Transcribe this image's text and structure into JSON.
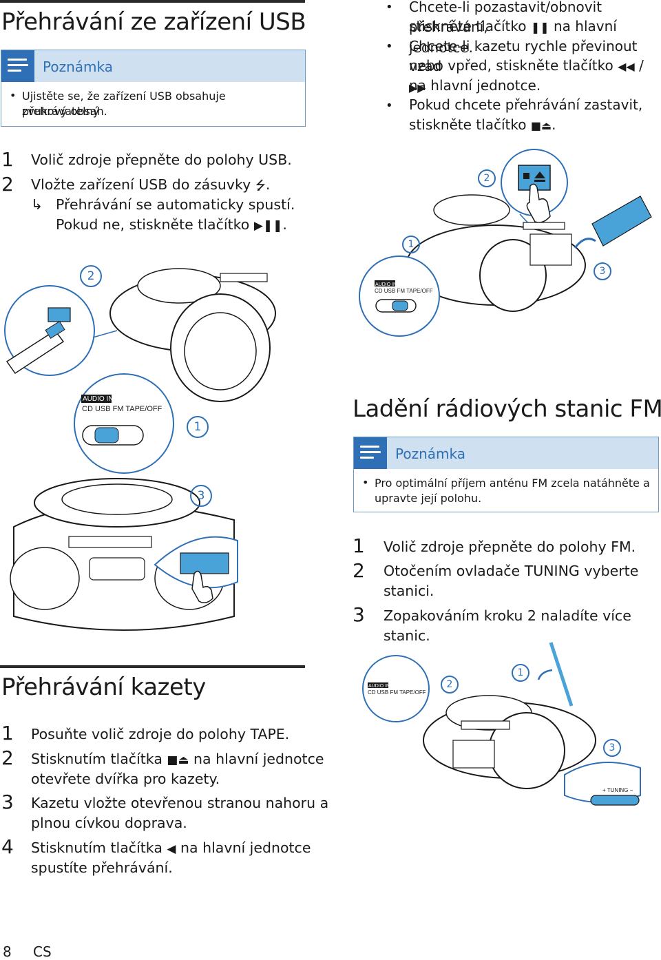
{
  "usb": {
    "heading": "Přehrávání ze zařízení USB",
    "note_title": "Poznámka",
    "note_line1": "Ujistěte se, že zařízení USB obsahuje přehrávatelný",
    "note_line2": "zvukový obsah.",
    "step1_pre": "Volič zdroje přepněte do polohy ",
    "step1_key": "USB",
    "step1_post": ".",
    "step2_pre": "Vložte zařízení USB do zásuvky ",
    "step2_post": ".",
    "result_line1": "Přehrávání se automaticky spustí.",
    "result_line2_pre": "Pokud ne, stiskněte tlačítko ",
    "result_line2_post": "."
  },
  "cassette_tips": {
    "b1_line1": "Chcete-li pozastavit/obnovit přehrávání,",
    "b1_line2_pre": "stiskněte tlačítko ",
    "b1_line2_post": " na hlavní jednotce.",
    "b2_line1": "Chcete-li kazetu rychle převinout vzad",
    "b2_line2_pre": "nebo vpřed, stiskněte tlačítko ",
    "b2_line2_post": "",
    "b2_line3": "na hlavní jednotce.",
    "b3_line1": "Pokud chcete přehrávání zastavit,",
    "b3_line2_pre": "stiskněte tlačítko ",
    "b3_line2_post": "."
  },
  "fm": {
    "heading": "Ladění rádiových stanic FM",
    "note_title": "Poznámka",
    "note_line1": "Pro optimální příjem anténu FM zcela natáhněte a",
    "note_line2": "upravte její polohu.",
    "step1_pre": "Volič zdroje přepněte do polohy ",
    "step1_key": "FM",
    "step1_post": ".",
    "step2_pre": "Otočením ovladače ",
    "step2_key": "TUNING",
    "step2_post": " vyberte",
    "step2_line2": "stanici.",
    "step3": "Zopakováním kroku 2 naladíte více stanic."
  },
  "tape": {
    "heading": "Přehrávání kazety",
    "step1_pre": "Posuňte volič zdroje do polohy ",
    "step1_key": "TAPE",
    "step1_post": ".",
    "step2_pre": "Stisknutím tlačítka ",
    "step2_post": " na hlavní jednotce",
    "step2_line2": "otevřete dvířka pro kazety.",
    "step3_line1": "Kazetu vložte otevřenou stranou nahoru a",
    "step3_line2": "plnou cívkou doprava.",
    "step4_pre": "Stisknutím tlačítka ",
    "step4_post": " na hlavní jednotce",
    "step4_line2": "spustíte přehrávání."
  },
  "numbers": {
    "n1": "1",
    "n2": "2",
    "n3": "3",
    "n4": "4"
  },
  "callouts": {
    "c1": "1",
    "c2": "2",
    "c3": "3"
  },
  "switch": {
    "audio_in": "AUDIO IN",
    "modes": "CD USB FM TAPE/OFF",
    "tuning": "+ TUNING −"
  },
  "footer": {
    "page": "8",
    "lang": "CS"
  },
  "colors": {
    "accent": "#2e6fb6",
    "note_bg": "#cfe0f1",
    "illustration_blue": "#4aa3d8"
  },
  "icons": [
    "note-icon",
    "usb-icon",
    "pause-icon",
    "rewind-icon",
    "forward-icon",
    "stop-eject-icon",
    "play-pause-icon",
    "play-icon",
    "hand-pointer-icon"
  ]
}
